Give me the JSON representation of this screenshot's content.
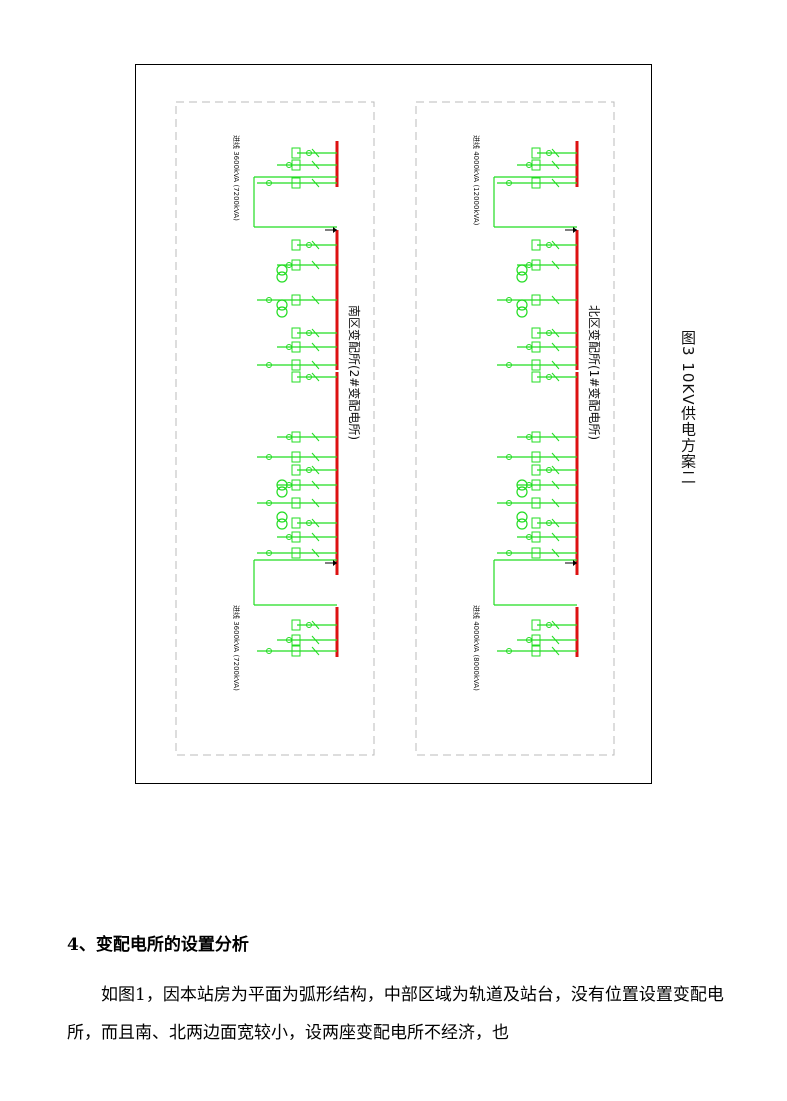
{
  "figure": {
    "caption": "图3  10KV供电方案二",
    "north_label": "北区变配所(1#变配电所)",
    "south_label": "南区变配所(2#变配电所)",
    "north_top_feed": "进线 4000kVA (12000kVA)",
    "north_bottom_feed": "进线 4000kVA (8000kVA)",
    "south_top_feed": "进线 3600kVA (7200kVA)",
    "south_bottom_feed": "进线 3600kVA (7200kVA)",
    "colors": {
      "wiring": "#22dd22",
      "bus": "#dd1111",
      "frame": "#000000",
      "dashed": "#bbbbbb"
    }
  },
  "section": {
    "heading": "4、变配电所的设置分析",
    "paragraph": "如图1，因本站房为平面为弧形结构，中部区域为轨道及站台，没有位置设置变配电所，而且南、北两边面宽较小，设两座变配电所不经济，也"
  }
}
